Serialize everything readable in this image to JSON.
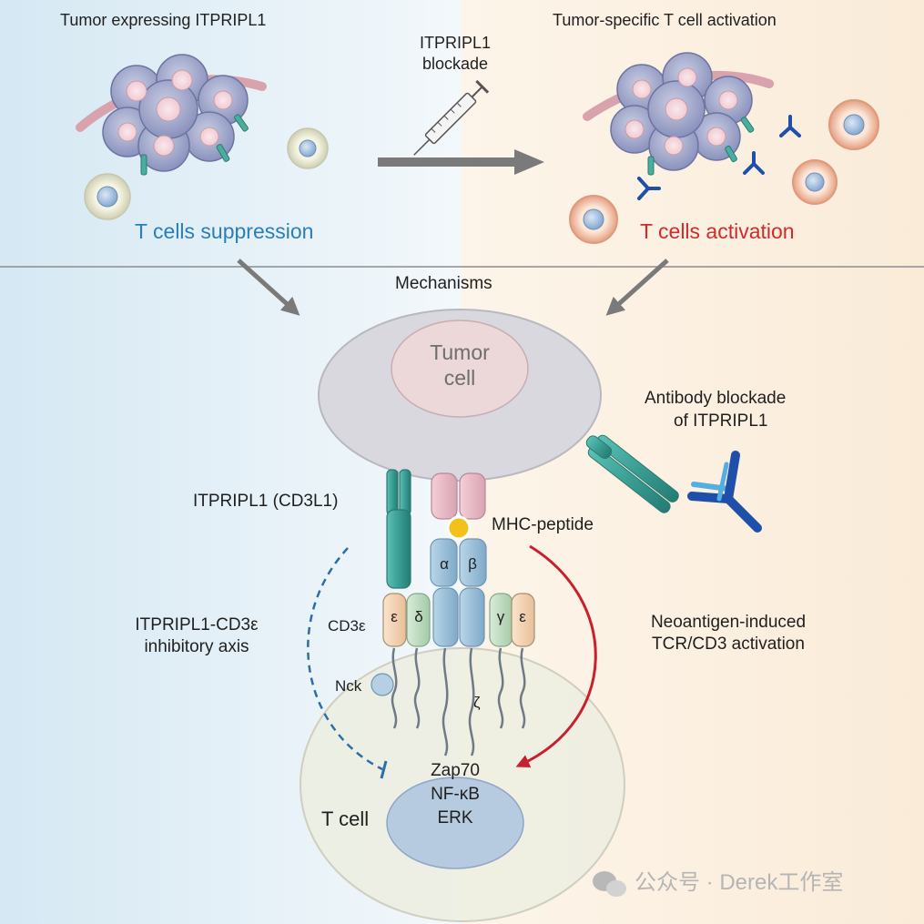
{
  "panels": {
    "left_title": "Tumor expressing ITPRIPL1",
    "right_title": "Tumor-specific T cell activation",
    "blockade_label_line1": "ITPRIPL1",
    "blockade_label_line2": "blockade",
    "suppression_label": "T cells suppression",
    "activation_label": "T cells activation"
  },
  "mechanism": {
    "heading": "Mechanisms",
    "tumor_cell_line1": "Tumor",
    "tumor_cell_line2": "cell",
    "antibody_line1": "Antibody blockade",
    "antibody_line2": "of ITPRIPL1",
    "itpripl1_label": "ITPRIPL1 (CD3L1)",
    "mhc_label": "MHC-peptide",
    "alpha": "α",
    "beta": "β",
    "cd3e_label": "CD3ε",
    "epsilon": "ε",
    "delta": "δ",
    "gamma": "γ",
    "zeta": "ζ",
    "nck_label": "Nck",
    "inhibitory_line1": "ITPRIPL1-CD3ε",
    "inhibitory_line2": "inhibitory axis",
    "activation_line1": "Neoantigen-induced",
    "activation_line2": "TCR/CD3 activation",
    "signal_1": "Zap70",
    "signal_2": "NF-κB",
    "signal_3": "ERK",
    "t_cell_label": "T cell"
  },
  "watermark": "公众号 · Derek工作室",
  "colors": {
    "suppression": "#2a7fb8",
    "activation": "#d12a2a",
    "receptor_teal": "#3aa39a",
    "antibody_blue": "#1f4fa8",
    "red_arrow": "#c8202e",
    "blue_dashed": "#2c6ea6"
  }
}
